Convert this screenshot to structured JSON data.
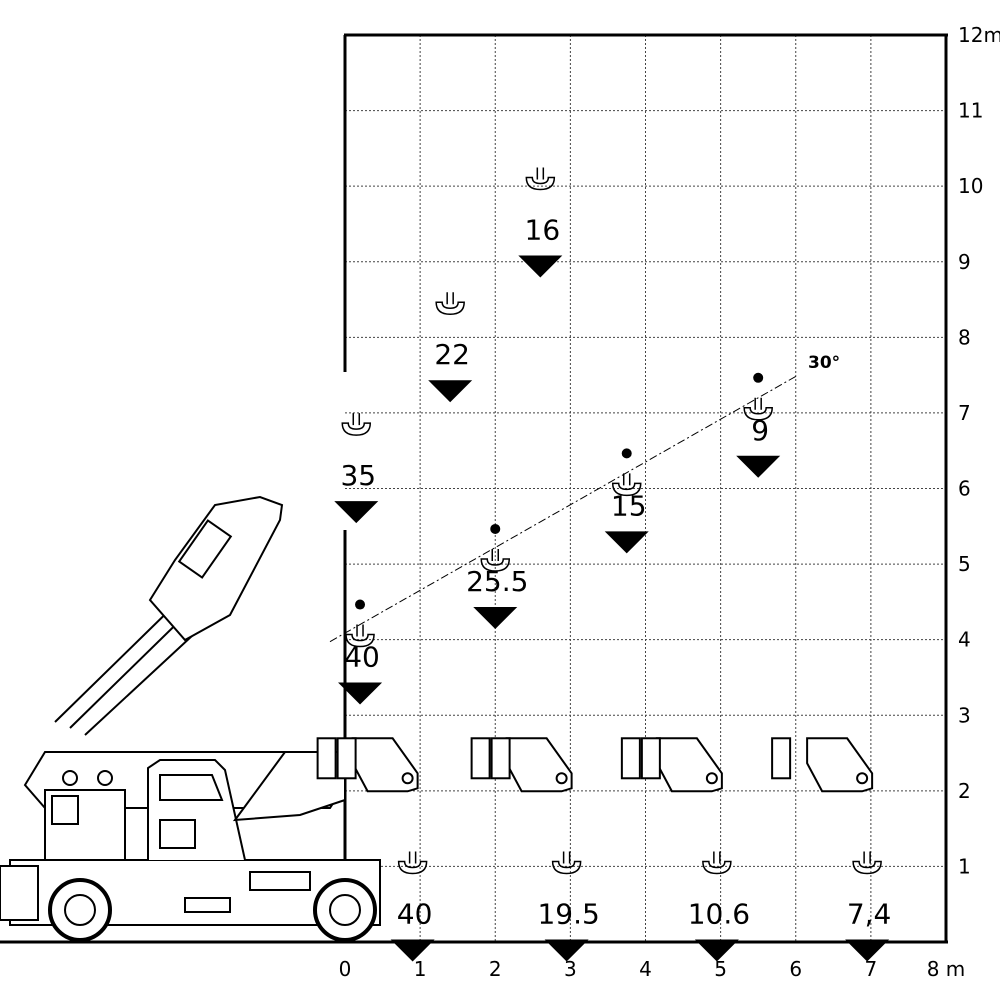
{
  "chart_data": {
    "type": "scatter",
    "title": "",
    "xlabel": "m",
    "ylabel": "m",
    "x_unit_label": "8 m",
    "y_unit_label": "12m",
    "xlim": [
      0,
      8
    ],
    "ylim": [
      0,
      12
    ],
    "x_ticks": [
      "0",
      "1",
      "2",
      "3",
      "4",
      "5",
      "6",
      "7",
      "8 m"
    ],
    "y_ticks": [
      "1",
      "2",
      "3",
      "4",
      "5",
      "6",
      "7",
      "8",
      "9",
      "10",
      "11",
      "12m"
    ],
    "grid": true,
    "angle_label": "30°",
    "series": [
      {
        "name": "",
        "points": [
          {
            "x": 0.9,
            "y": 0.8,
            "label": "40"
          },
          {
            "x": 2.95,
            "y": 0.8,
            "label": "19.5"
          },
          {
            "x": 4.95,
            "y": 0.8,
            "label": "10.6"
          },
          {
            "x": 6.95,
            "y": 0.8,
            "label": "7,4"
          }
        ]
      },
      {
        "name": "",
        "points": [
          {
            "x": 0.2,
            "y": 4.2,
            "label": "40"
          },
          {
            "x": 2.0,
            "y": 5.2,
            "label": "25.5"
          },
          {
            "x": 3.75,
            "y": 6.2,
            "label": "15"
          },
          {
            "x": 5.5,
            "y": 7.2,
            "label": "9"
          }
        ]
      },
      {
        "name": "",
        "points": [
          {
            "x": 0.15,
            "y": 6.6,
            "label": "35"
          },
          {
            "x": 1.4,
            "y": 8.2,
            "label": "22"
          },
          {
            "x": 2.6,
            "y": 9.85,
            "label": "16"
          }
        ]
      }
    ]
  }
}
